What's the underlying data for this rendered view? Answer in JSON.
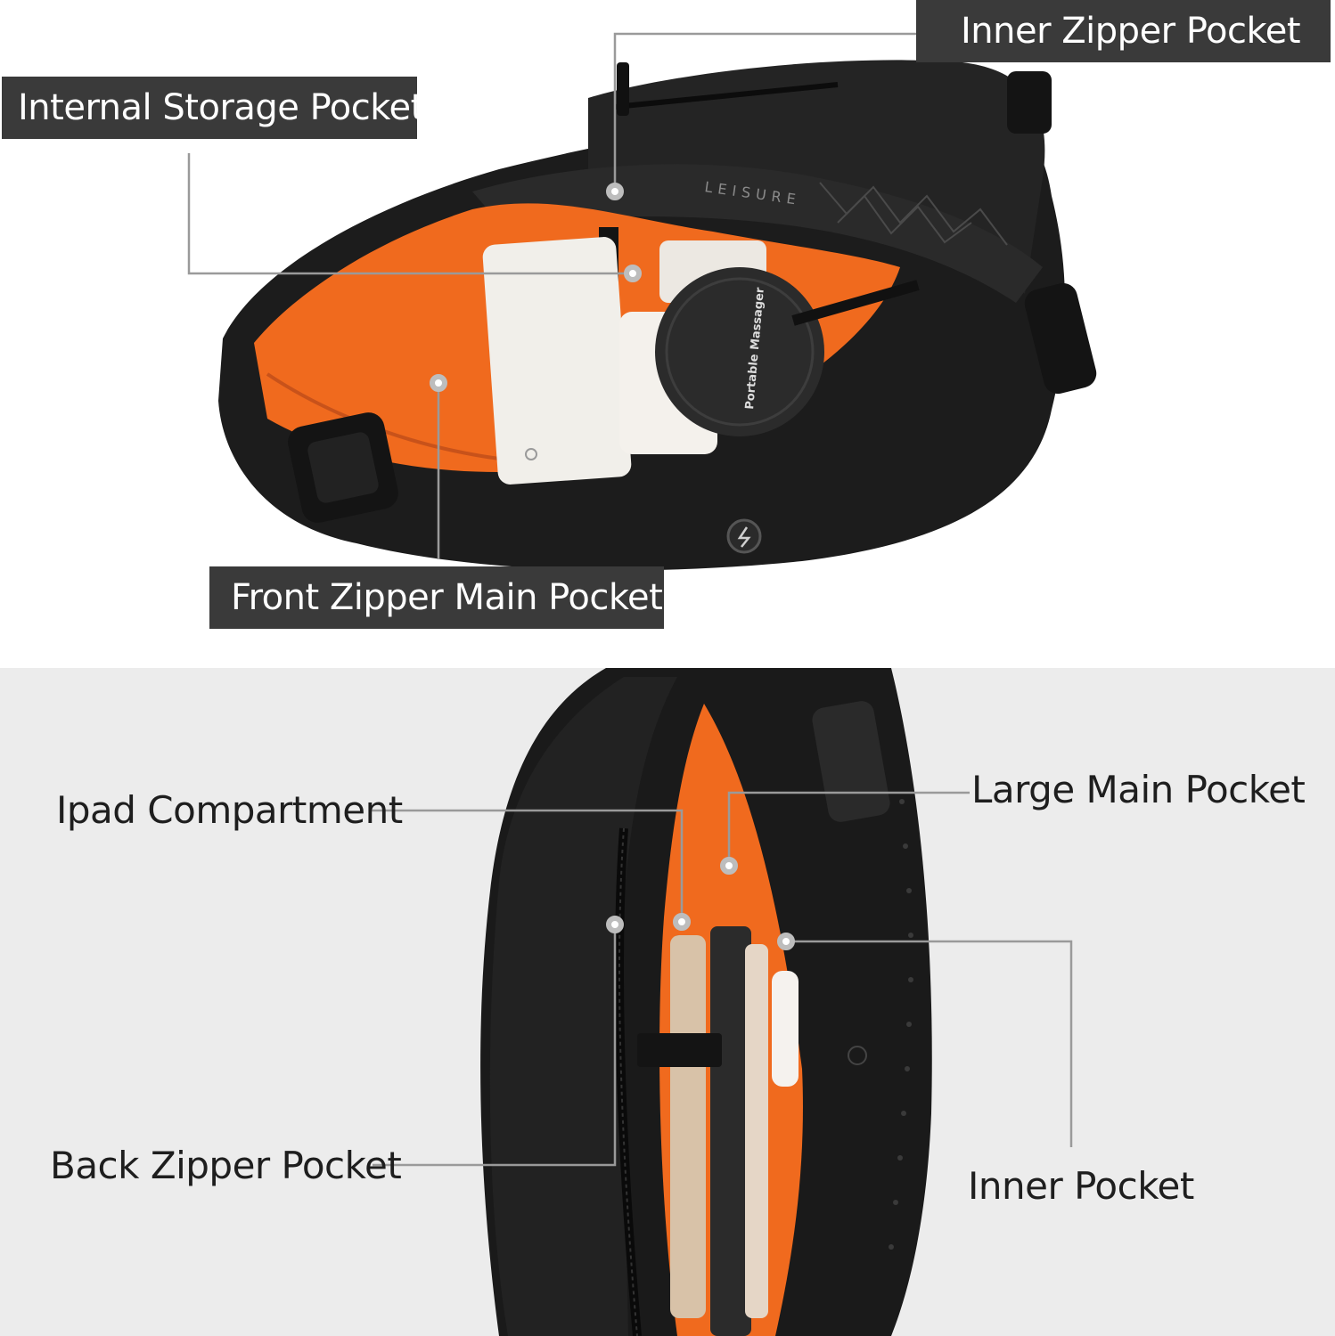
{
  "top_panel": {
    "labels": {
      "inner_zipper_pocket": "Inner Zipper Pocket",
      "internal_storage_pocket": "Internal Storage Pocket",
      "front_zipper_main_pocket": "Front Zipper Main Pocket"
    },
    "print": {
      "brand_text": "LEISURE",
      "case_text": "Portable Massager"
    }
  },
  "bottom_panel": {
    "labels": {
      "ipad_compartment": "Ipad Compartment",
      "large_main_pocket": "Large Main Pocket",
      "back_zipper_pocket": "Back Zipper Pocket",
      "inner_pocket": "Inner Pocket"
    }
  },
  "colors": {
    "bag_body": "#1c1c1c",
    "lining_orange": "#f06a1e",
    "label_bg": "#3a3a3a",
    "bottom_bg": "#ececec",
    "leader_line": "#9a9a9a"
  }
}
